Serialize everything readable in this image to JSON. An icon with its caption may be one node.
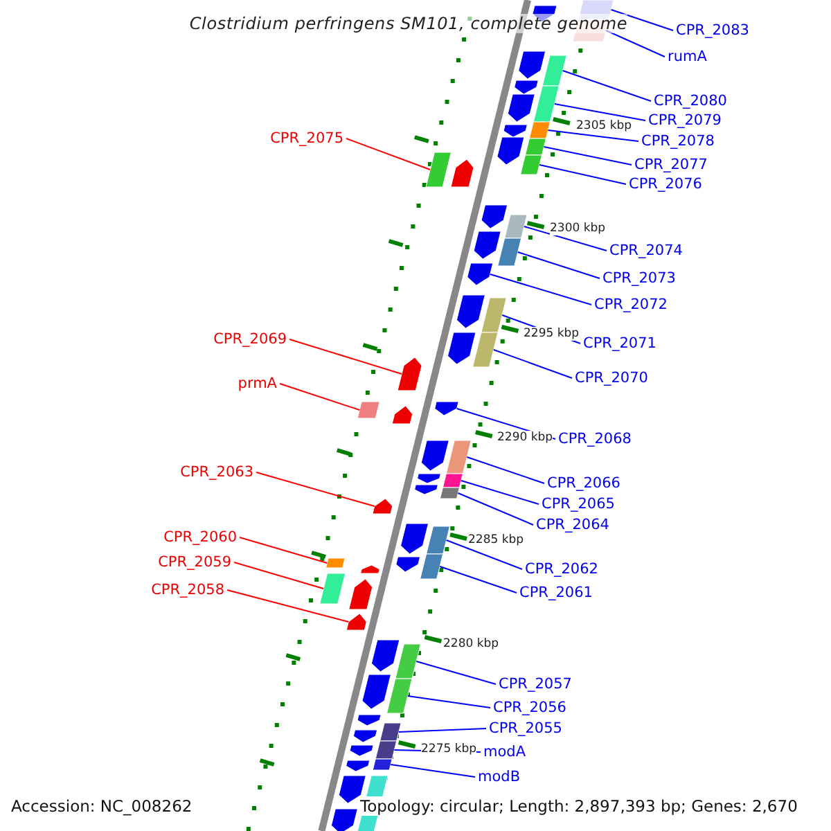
{
  "diagram": {
    "title": "Clostridium perfringens SM101, complete genome",
    "nodes": [
      {
        "text": [
          "CPR_2083"
        ]
      },
      {
        "text": [
          "rumA"
        ]
      },
      {
        "text": [
          "CPR_2080"
        ]
      },
      {
        "text": [
          "CPR_2079"
        ]
      },
      {
        "text": [
          "CPR_2078"
        ]
      },
      {
        "text": [
          "CPR_2077"
        ]
      },
      {
        "text": [
          "CPR_2076"
        ]
      },
      {
        "text": [
          "CPR_2074"
        ]
      },
      {
        "text": [
          "CPR_2073"
        ]
      },
      {
        "text": [
          "CPR_2072"
        ]
      },
      {
        "text": [
          "CPR_2071"
        ]
      },
      {
        "text": [
          "CPR_2070"
        ]
      },
      {
        "text": [
          "CPR_2068"
        ]
      },
      {
        "text": [
          "CPR_2066"
        ]
      },
      {
        "text": [
          "CPR_2065"
        ]
      },
      {
        "text": [
          "CPR_2064"
        ]
      },
      {
        "text": [
          "CPR_2062"
        ]
      },
      {
        "text": [
          "CPR_2061"
        ]
      },
      {
        "text": [
          "CPR_2057"
        ]
      },
      {
        "text": [
          "CPR_2056"
        ]
      },
      {
        "text": [
          "CPR_2055"
        ]
      },
      {
        "text": [
          "modA"
        ]
      },
      {
        "text": [
          "modB"
        ]
      },
      {
        "text": [
          "CPR_2075"
        ]
      },
      {
        "text": [
          "CPR_2069"
        ]
      },
      {
        "text": [
          "prmA"
        ]
      },
      {
        "text": [
          "CPR_2063"
        ]
      },
      {
        "text": [
          "CPR_2060"
        ]
      },
      {
        "text": [
          "CPR_2059"
        ]
      },
      {
        "text": [
          "CPR_2058"
        ]
      },
      {
        "text": [],
        "shape": "box"
      },
      {
        "text": [],
        "shape": "box"
      },
      {
        "text": [],
        "shape": "box"
      },
      {
        "text": [],
        "shape": "box"
      },
      {
        "text": [],
        "shape": "box"
      },
      {
        "text": [],
        "shape": "box"
      },
      {
        "text": [],
        "shape": "box"
      },
      {
        "text": [],
        "shape": "box"
      },
      {
        "text": [],
        "shape": "box"
      },
      {
        "text": [],
        "shape": "pentagon"
      },
      {
        "text": [],
        "shape": "box"
      },
      {
        "text": [],
        "shape": "box"
      },
      {
        "text": [],
        "shape": "pentagon"
      },
      {
        "text": [],
        "shape": "box"
      },
      {
        "text": [],
        "shape": "box"
      },
      {
        "text": [],
        "shape": "box"
      },
      {
        "text": [],
        "shape": "box"
      },
      {
        "text": [],
        "shape": "box"
      },
      {
        "text": [],
        "shape": "box"
      },
      {
        "text": [],
        "shape": "box"
      },
      {
        "text": [],
        "shape": "box"
      },
      {
        "text": [],
        "shape": "box"
      },
      {
        "text": [],
        "shape": "box"
      },
      {
        "text": [],
        "shape": "box"
      },
      {
        "text": [],
        "shape": "pentagon"
      },
      {
        "text": [],
        "shape": "box"
      },
      {
        "text": [],
        "shape": "pentagon"
      },
      {
        "text": [],
        "shape": "box"
      },
      {
        "text": [],
        "shape": "box"
      },
      {
        "text": [],
        "shape": "pentagon"
      },
      {
        "text": [],
        "shape": "pentagon"
      },
      {
        "text": [],
        "shape": "pentagon"
      },
      {
        "text": [],
        "shape": "pentagon"
      },
      {
        "text": [],
        "shape": "pentagon"
      },
      {
        "text": [],
        "shape": "pentagon"
      },
      {
        "text": [],
        "shape": "pentagon"
      },
      {
        "text": [],
        "shape": "pentagon"
      },
      {
        "text": [],
        "shape": "pentagon"
      },
      {
        "text": [],
        "shape": "pentagon"
      },
      {
        "text": [],
        "shape": "pentagon"
      },
      {
        "text": [],
        "shape": "pentagon"
      },
      {
        "text": [],
        "shape": "pentagon"
      },
      {
        "text": [],
        "shape": "pentagon"
      },
      {
        "text": [],
        "shape": "pentagon"
      },
      {
        "text": [],
        "shape": "pentagon"
      },
      {
        "text": [],
        "shape": "pentagon"
      },
      {
        "text": [],
        "shape": "pentagon"
      },
      {
        "text": [],
        "shape": "pentagon"
      },
      {
        "text": [],
        "shape": "pentagon"
      },
      {
        "text": [],
        "shape": "pentagon"
      },
      {
        "text": [],
        "shape": "pentagon"
      },
      {
        "text": [],
        "shape": "pentagon"
      },
      {
        "text": [],
        "shape": "pentagon"
      },
      {
        "text": [],
        "shape": "box"
      },
      {
        "text": [],
        "shape": "pentagon"
      },
      {
        "text": [],
        "shape": "pentagon"
      },
      {
        "text": [],
        "shape": "pentagon"
      },
      {
        "text": [],
        "shape": "pentagon"
      }
    ],
    "edges": [
      {
        "from": 0,
        "to": 30,
        "arrow": "none"
      },
      {
        "from": 1,
        "to": 31,
        "arrow": "none"
      },
      {
        "from": 2,
        "to": 32,
        "arrow": "none"
      },
      {
        "from": 3,
        "to": 33,
        "arrow": "none"
      },
      {
        "from": 4,
        "to": 34,
        "arrow": "none"
      },
      {
        "from": 5,
        "to": 35,
        "arrow": "none"
      },
      {
        "from": 6,
        "to": 36,
        "arrow": "none"
      },
      {
        "from": 7,
        "to": 37,
        "arrow": "none"
      },
      {
        "from": 8,
        "to": 38,
        "arrow": "none"
      },
      {
        "from": 9,
        "to": 39,
        "arrow": "none"
      },
      {
        "from": 10,
        "to": 40,
        "arrow": "none"
      },
      {
        "from": 11,
        "to": 41,
        "arrow": "none"
      },
      {
        "from": 12,
        "to": 42,
        "arrow": "none"
      },
      {
        "from": 13,
        "to": 43,
        "arrow": "none"
      },
      {
        "from": 14,
        "to": 44,
        "arrow": "none"
      },
      {
        "from": 15,
        "to": 45,
        "arrow": "none"
      },
      {
        "from": 16,
        "to": 46,
        "arrow": "none"
      },
      {
        "from": 17,
        "to": 47,
        "arrow": "none"
      },
      {
        "from": 18,
        "to": 48,
        "arrow": "none"
      },
      {
        "from": 19,
        "to": 49,
        "arrow": "none"
      },
      {
        "from": 20,
        "to": 50,
        "arrow": "none"
      },
      {
        "from": 21,
        "to": 51,
        "arrow": "none"
      },
      {
        "from": 22,
        "to": 52,
        "arrow": "none"
      },
      {
        "from": 23,
        "to": 53,
        "arrow": "none",
        "color": "#ff0000"
      },
      {
        "from": 24,
        "to": 54,
        "arrow": "none",
        "color": "#ff0000"
      },
      {
        "from": 25,
        "to": 55,
        "arrow": "none",
        "color": "#ff0000"
      },
      {
        "from": 26,
        "to": 56,
        "arrow": "none",
        "color": "#ff0000"
      },
      {
        "from": 27,
        "to": 57,
        "arrow": "none",
        "color": "#ff0000"
      },
      {
        "from": 28,
        "to": 58,
        "arrow": "none",
        "color": "#ff0000"
      },
      {
        "from": 29,
        "to": 59,
        "arrow": "none",
        "color": "#ff0000"
      }
    ],
    "labels": [
      "2305 kbp",
      "2300 kbp",
      "2295 kbp",
      "2290 kbp",
      "2285 kbp",
      "2280 kbp",
      "2275 kbp",
      "Accession: NC_008262",
      "Topology: circular; Length: 2,897,393 bp; Genes: 2,670"
    ]
  }
}
